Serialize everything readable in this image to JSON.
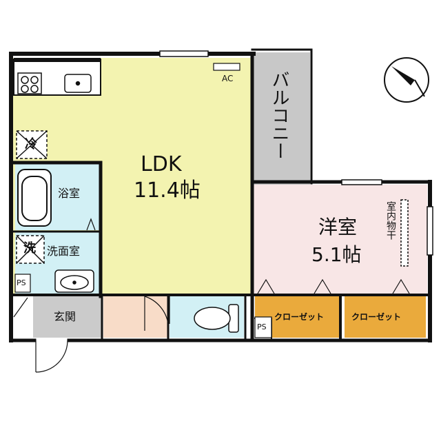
{
  "rooms": {
    "ldk_name": "LDK",
    "ldk_size": "11.4帖",
    "western_name": "洋室",
    "western_size": "5.1帖",
    "balcony": "バルコニー",
    "bath": "浴室",
    "washroom": "洗面室",
    "entrance": "玄関",
    "closet_1": "クローゼット",
    "closet_2": "クローゼット",
    "indoor_drying": "室内物干"
  },
  "symbols": {
    "ac": "AC",
    "ps_1": "PS",
    "ps_2": "PS",
    "fridge": "冷",
    "washer": "洗"
  },
  "colors": {
    "ldk": "#f3f3b0",
    "western": "#f8e6e6",
    "balcony": "#c8c8c8",
    "wet_area": "#d2f0f5",
    "hall": "#f8dcc8",
    "entrance": "#cbcbcb",
    "closet": "#eaaa3c",
    "wall": "#111111"
  },
  "icons": [
    "compass-icon",
    "stove-icon",
    "kitchen-sink-icon",
    "bathtub-icon",
    "wash-basin-icon",
    "toilet-icon"
  ]
}
